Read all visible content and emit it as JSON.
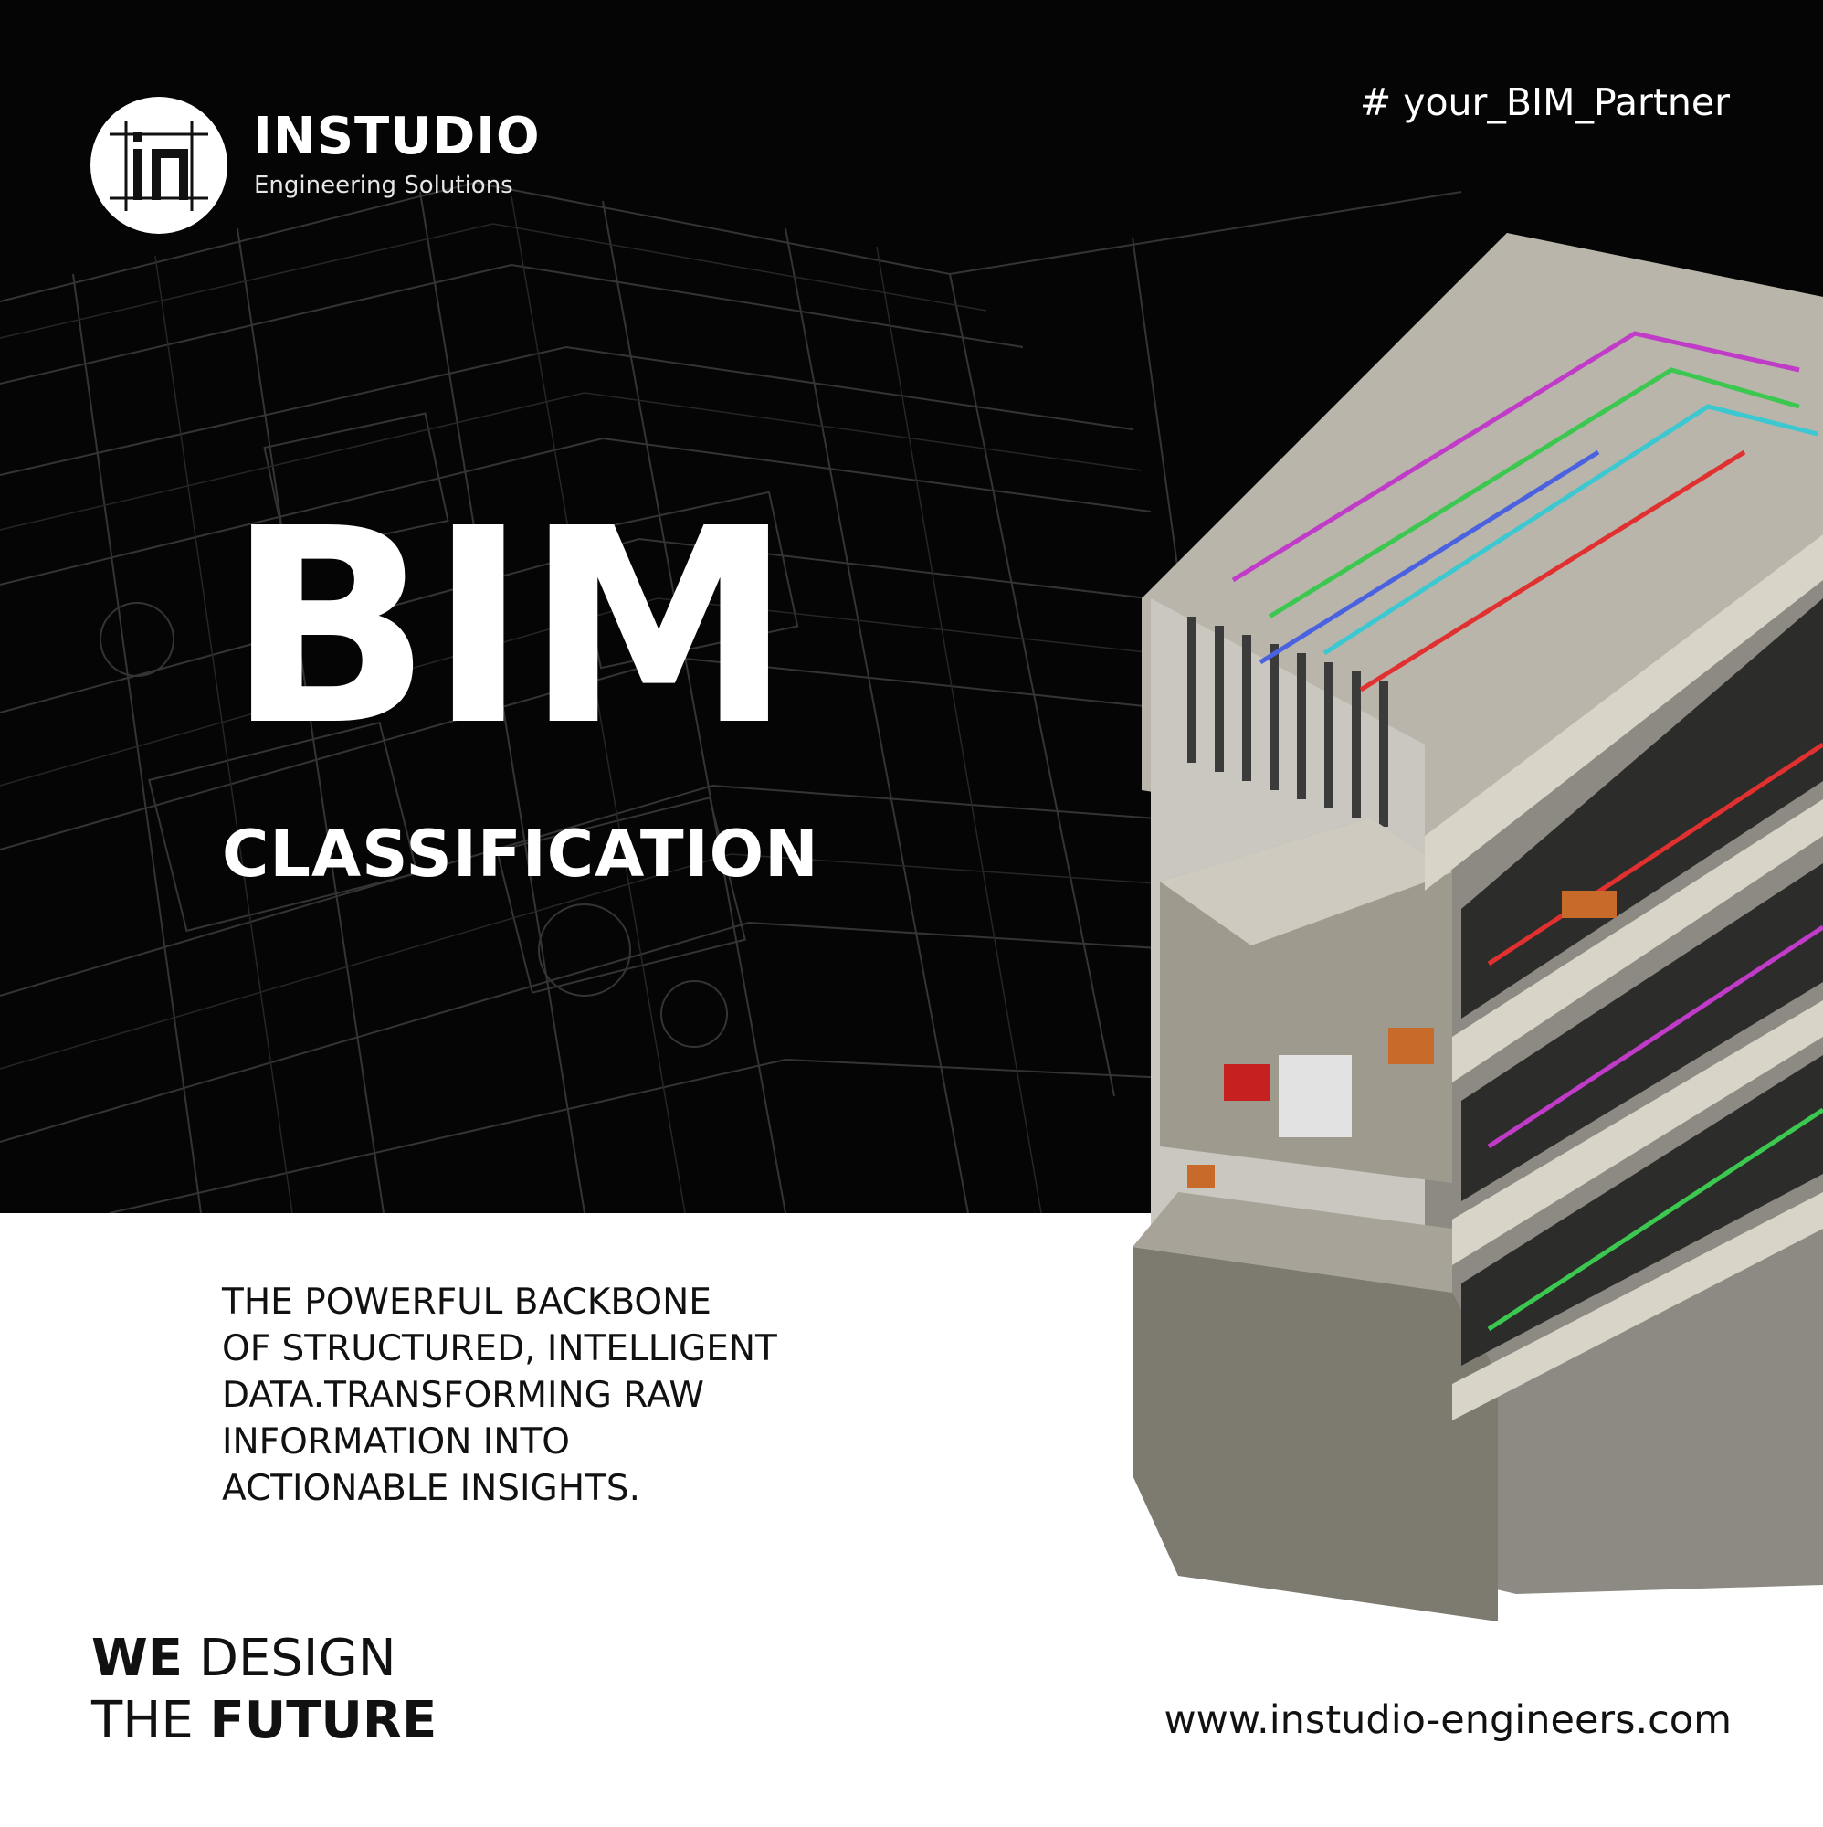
{
  "brand": {
    "name": "INSTUDIO",
    "tagline": "Engineering Solutions",
    "logo_icon": "instudio-monogram-icon",
    "hashtag": "# your_BIM_Partner"
  },
  "hero": {
    "title": "BIM",
    "subtitle": "CLASSIFICATION"
  },
  "description_lines": [
    "THE POWERFUL BACKBONE",
    "OF STRUCTURED, INTELLIGENT",
    "DATA.TRANSFORMING RAW",
    "INFORMATION INTO",
    "ACTIONABLE INSIGHTS."
  ],
  "slogan": {
    "line1_bold": "WE",
    "line1_rest": " DESIGN",
    "line2_lead": "THE ",
    "line2_bold": "FUTURE"
  },
  "website": "www.instudio-engineers.com",
  "colors": {
    "dark_background": "#050505",
    "light_background": "#ffffff",
    "text_dark": "#111111",
    "text_light": "#ffffff"
  },
  "images": {
    "background": "architectural-blueprint-linework",
    "illustration": "bim-building-cutaway-model"
  }
}
